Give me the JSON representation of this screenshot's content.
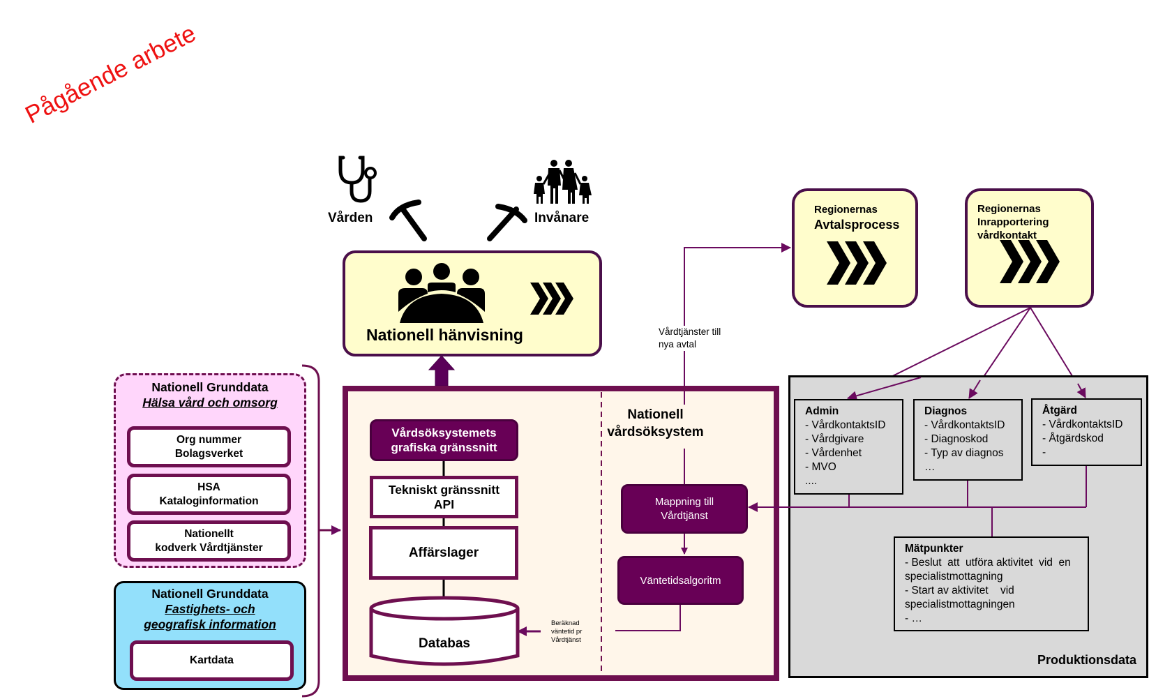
{
  "watermark": "Pågående arbete",
  "top_icons": {
    "varden_label": "Vården",
    "invanare_label": "Invånare"
  },
  "hanvisning": {
    "title": "Nationell hänvisning"
  },
  "region_boxes": [
    {
      "line1": "Regionernas",
      "line2": "Avtalsprocess"
    },
    {
      "line1": "Regionernas",
      "line2": "Inrapportering",
      "line3": "vårdkontakt"
    }
  ],
  "connector_label": {
    "line1": "Vårdtjänster till",
    "line2": "nya avtal"
  },
  "grunddata_halsa": {
    "title": "Nationell Grunddata",
    "subtitle": "Hälsa vård och omsorg",
    "items": [
      {
        "line1": "Org nummer",
        "line2": "Bolagsverket"
      },
      {
        "line1": "HSA",
        "line2": "Kataloginformation"
      },
      {
        "line1": "Nationellt",
        "line2": "kodverk Vårdtjänster"
      }
    ]
  },
  "grunddata_geo": {
    "title": "Nationell Grunddata",
    "subtitle_line1": "Fastighets- och",
    "subtitle_line2": "geografisk information",
    "item": "Kartdata"
  },
  "system": {
    "title_line1": "Nationell",
    "title_line2": "vårdsöksystem",
    "gui_line1": "Vårdsöksystemets",
    "gui_line2": "grafiska gränssnitt",
    "api_line1": "Tekniskt gränssnitt",
    "api_line2": "API",
    "business": "Affärslager",
    "database": "Databas",
    "db_note_line1": "Beräknad",
    "db_note_line2": "väntetid pr",
    "db_note_line3": "Vårdtjänst",
    "mapping_line1": "Mappning  till",
    "mapping_line2": "Vårdtjänst",
    "algorithm": "Väntetidsalgoritm"
  },
  "produktionsdata": {
    "label": "Produktionsdata",
    "tables": [
      {
        "title": "Admin",
        "items": [
          "- VårdkontaktsID",
          "- Vårdgivare",
          "- Vårdenhet",
          "- MVO",
          "...."
        ]
      },
      {
        "title": "Diagnos",
        "items": [
          "- VårdkontaktsID",
          "- Diagnoskod",
          "- Typ av diagnos",
          "…"
        ]
      },
      {
        "title": "Åtgärd",
        "items": [
          "- VårdkontaktsID",
          "- Åtgärdskod",
          "-"
        ]
      }
    ],
    "matpunkter": {
      "title": "Mätpunkter",
      "items": [
        "- Beslut  att  utföra aktivitet  vid  en",
        "specialistmottagning",
        "- Start av aktivitet    vid",
        "specialistmottagningen",
        "- …"
      ]
    }
  },
  "colors": {
    "accent_purple": "#6e0f4f",
    "dark_purple_fill": "#680056",
    "yellow_fill": "#fffdcc",
    "pink_fill": "#ffd6fb",
    "blue_fill": "#93e0fb",
    "gray_fill": "#d9d9d9",
    "watermark_red": "#ee1111"
  }
}
